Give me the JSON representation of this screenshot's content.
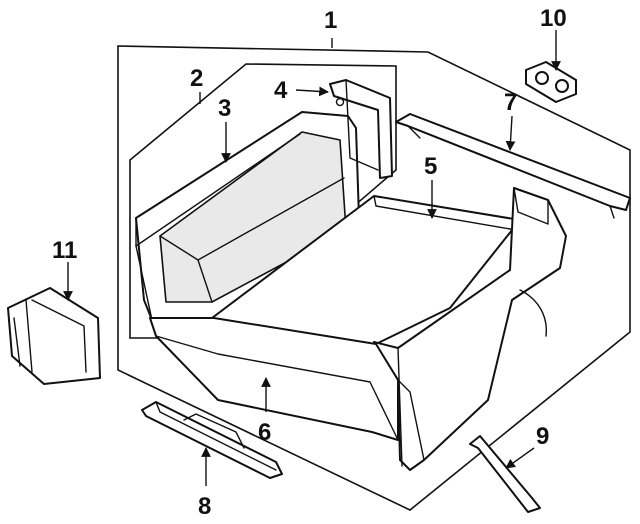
{
  "callouts": [
    {
      "id": "1",
      "label": "1"
    },
    {
      "id": "2",
      "label": "2"
    },
    {
      "id": "3",
      "label": "3"
    },
    {
      "id": "4",
      "label": "4"
    },
    {
      "id": "5",
      "label": "5"
    },
    {
      "id": "6",
      "label": "6"
    },
    {
      "id": "7",
      "label": "7"
    },
    {
      "id": "8",
      "label": "8"
    },
    {
      "id": "9",
      "label": "9"
    },
    {
      "id": "10",
      "label": "10"
    },
    {
      "id": "11",
      "label": "11"
    }
  ],
  "colors": {
    "ink": "#111111",
    "paper": "#ffffff"
  }
}
